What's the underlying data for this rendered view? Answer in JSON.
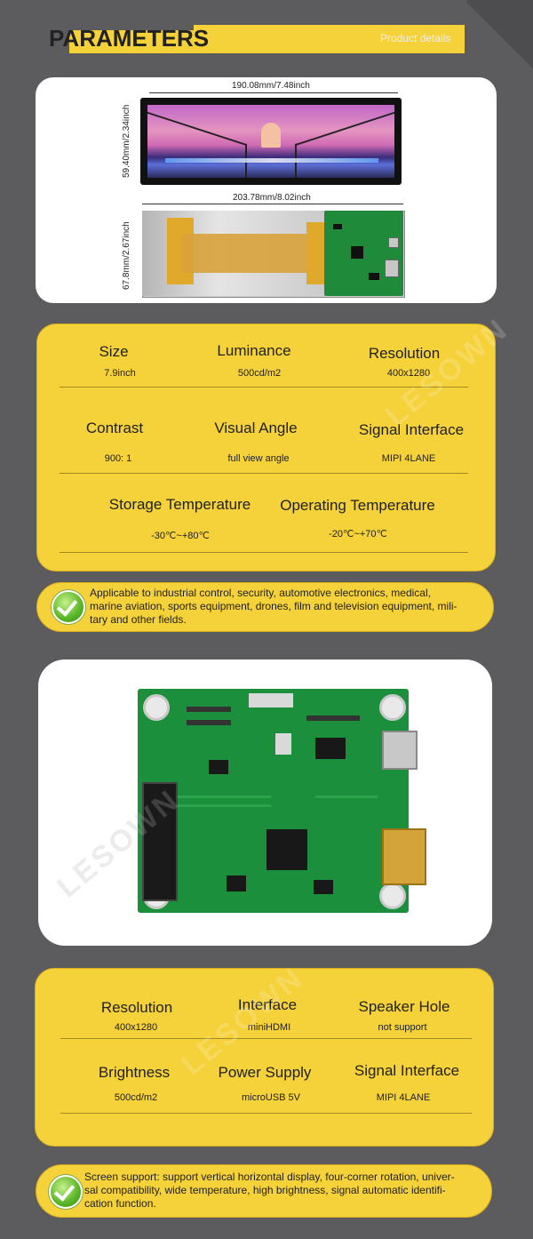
{
  "header": {
    "title": "PARAMETERS",
    "subtitle": "Product details"
  },
  "diagram": {
    "top_width": "190.08mm/7.48inch",
    "top_height": "59.40mm/2.34inch",
    "bottom_width": "203.78mm/8.02inch",
    "bottom_height": "67.8mm/2.67inch"
  },
  "specs1": [
    {
      "title": "Size",
      "value": "7.9inch"
    },
    {
      "title": "Luminance",
      "value": "500cd/m2"
    },
    {
      "title": "Resolution",
      "value": "400x1280"
    },
    {
      "title": "Contrast",
      "value": "900:  1"
    },
    {
      "title": "Visual Angle",
      "value": "full view angle"
    },
    {
      "title": "Signal Interface",
      "value": "MIPI 4LANE"
    },
    {
      "title": "Storage Temperature",
      "value": "-30℃~+80℃"
    },
    {
      "title": "Operating Temperature",
      "value": "-20℃~+70℃"
    }
  ],
  "note1": {
    "lines": [
      "Applicable to industrial control, security, automotive electronics, medical,",
      "marine aviation, sports equipment, drones, film and television equipment, mili-",
      "tary and other fields."
    ]
  },
  "specs2": [
    {
      "title": "Resolution",
      "value": "400x1280"
    },
    {
      "title": "Interface",
      "value": "miniHDMI"
    },
    {
      "title": "Speaker Hole",
      "value": "not support"
    },
    {
      "title": "Brightness",
      "value": "500cd/m2"
    },
    {
      "title": "Power Supply",
      "value": "microUSB 5V"
    },
    {
      "title": "Signal Interface",
      "value": "MIPI 4LANE"
    }
  ],
  "note2": {
    "lines": [
      "Screen support: support vertical horizontal display, four-corner rotation, univer-",
      "sal compatibility, wide temperature, high brightness, signal automatic identifi-",
      "cation function."
    ]
  },
  "watermark": "LESOWN",
  "colors": {
    "background": "#5c5c5e",
    "accent": "#f5d13a",
    "pcb": "#1c8f3c"
  }
}
